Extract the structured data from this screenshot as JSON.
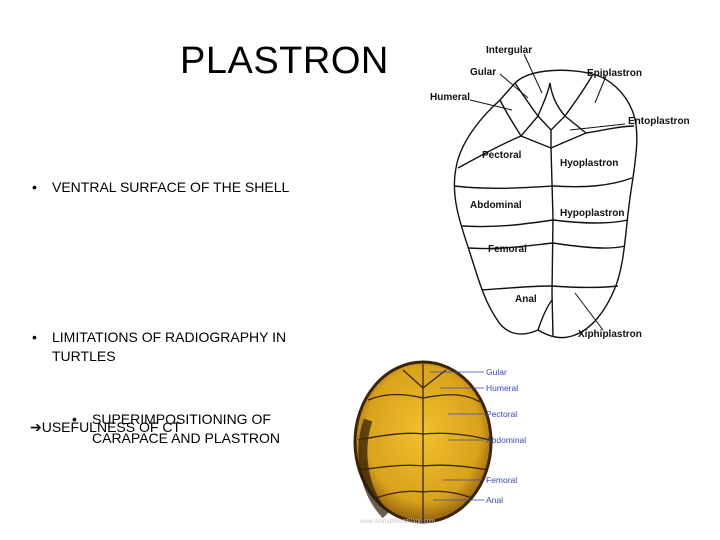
{
  "slide": {
    "title": "PLASTRON",
    "bullets": [
      {
        "text": "VENTRAL SURFACE OF THE SHELL"
      },
      {
        "text": "LIMITATIONS OF RADIOGRAPHY IN TURTLES"
      }
    ],
    "sub_bullet": "SUPERIMPOSITIONING OF CARAPACE AND PLASTRON",
    "arrow_line": "USEFULNESS OF CT",
    "bullet_glyph": "•",
    "arrow_glyph": "➔"
  },
  "diagram": {
    "labels": {
      "intergular": "Intergular",
      "gular": "Gular",
      "humeral": "Humeral",
      "epiplastron": "Epiplastron",
      "entoplastron": "Entoplastron",
      "pectoral": "Pectoral",
      "hyoplastron": "Hyoplastron",
      "abdominal": "Abdominal",
      "hypoplastron": "Hypoplastron",
      "femoral": "Femoral",
      "anal": "Anal",
      "xiphiplastron": "Xiphiplastron"
    }
  },
  "photo": {
    "labels": {
      "gular": "Gular",
      "humeral": "Humeral",
      "pectoral": "Pectoral",
      "abdominal": "Abdominal",
      "femoral": "Femoral",
      "anal": "Anal"
    },
    "watermark": "www.AnimalWorldPage.com",
    "shell_color": "#d9a21a",
    "label_color": "#3a49b8"
  }
}
